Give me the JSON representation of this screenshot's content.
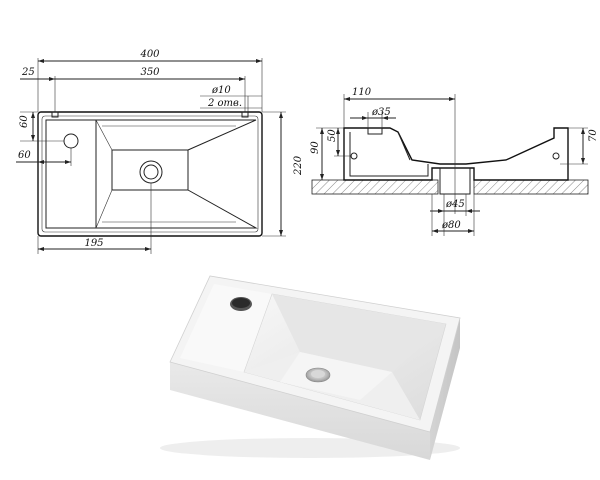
{
  "top_view": {
    "overall_width": "400",
    "inner_width": "350",
    "offset_left": "25",
    "hole_diameter": "ø10",
    "holes_count": "2 отв.",
    "depth_left": "60",
    "tap_offset": "60",
    "height": "220",
    "drain_offset": "195"
  },
  "section_view": {
    "width_left": "110",
    "overflow_diameter": "ø35",
    "overall_height": "90",
    "overflow_height": "50",
    "inner_height": "70",
    "drain_inner": "ø45",
    "drain_outer": "ø80"
  },
  "colors": {
    "line": "#222222",
    "hatch": "#555555",
    "basin_white": "#f2f2f2",
    "basin_shadow": "#cfcfcf"
  }
}
